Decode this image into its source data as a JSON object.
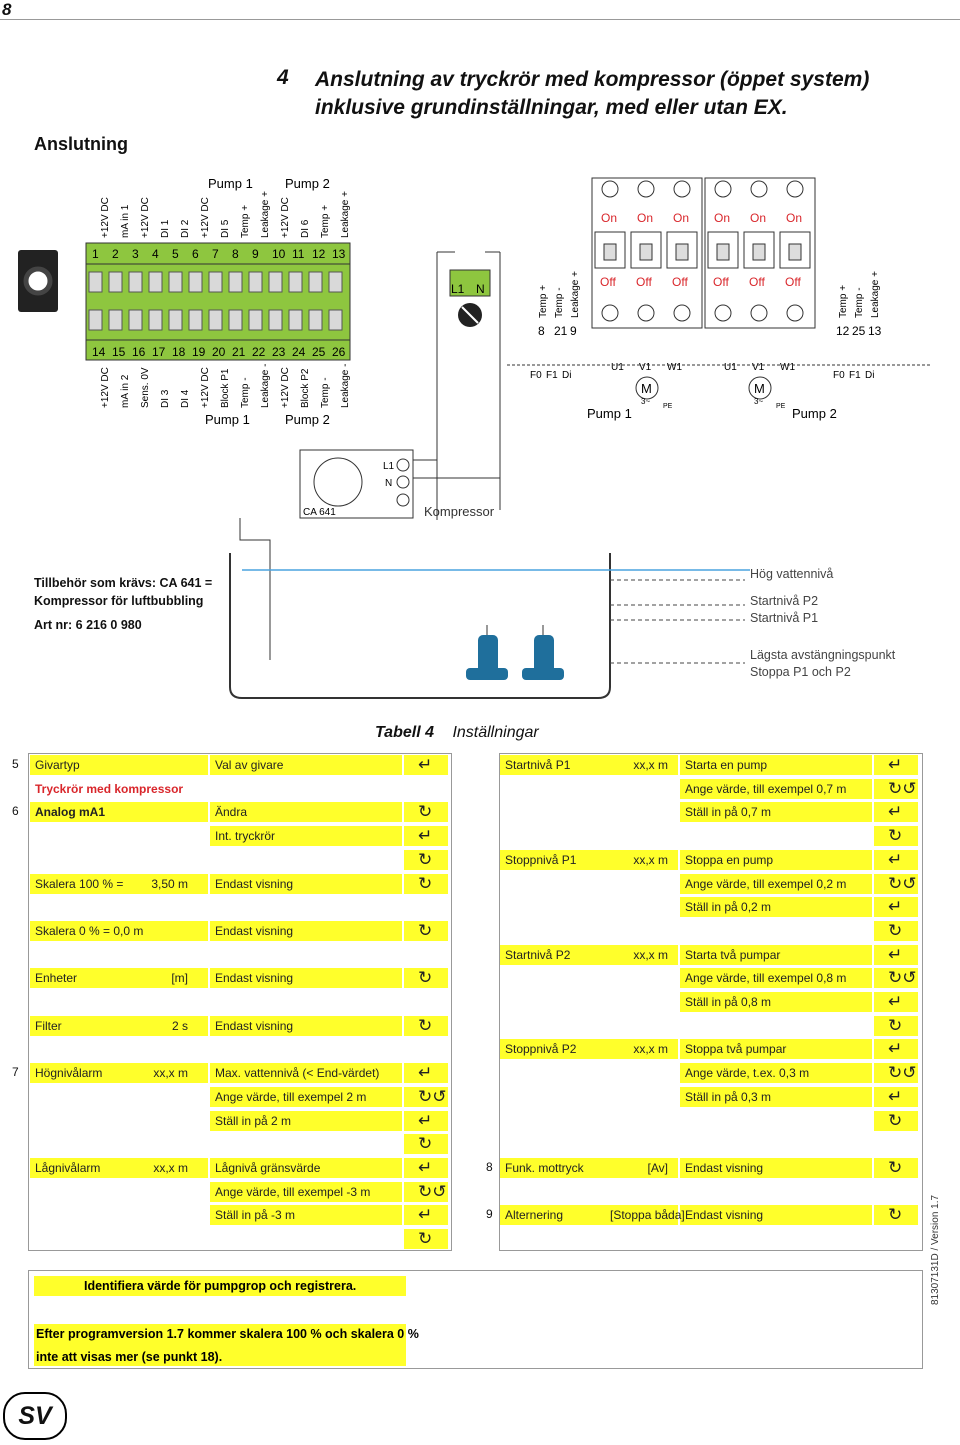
{
  "page_number": "8",
  "heading": {
    "number": "4",
    "text": "Anslutning av tryckrör med kompressor (öppet system) inklusive grundinställningar, med eller utan EX."
  },
  "section_title": "Anslutning",
  "terminal": {
    "top_pump_labels": [
      "Pump 1",
      "Pump 2"
    ],
    "top_labels": [
      "+12V DC",
      "mA in 1",
      "+12V DC",
      "DI 1",
      "DI 2",
      "+12V DC",
      "DI 5",
      "Temp +",
      "Leakage +",
      "+12V DC",
      "DI 6",
      "Temp +",
      "Leakage +"
    ],
    "top_numbers": [
      "1",
      "2",
      "3",
      "4",
      "5",
      "6",
      "7",
      "8",
      "9",
      "10",
      "11",
      "12",
      "13"
    ],
    "bottom_numbers": [
      "14",
      "15",
      "16",
      "17",
      "18",
      "19",
      "20",
      "21",
      "22",
      "23",
      "24",
      "25",
      "26"
    ],
    "bottom_labels": [
      "+12V DC",
      "mA in 2",
      "Sens. 0V",
      "DI 3",
      "DI 4",
      "+12V DC",
      "Block P1",
      "Temp -",
      "Leakage -",
      "+12V DC",
      "Block P2",
      "Temp -",
      "Leakage -"
    ],
    "bottom_pump_labels": [
      "Pump 1",
      "Pump 2"
    ]
  },
  "power": {
    "l1": "L1",
    "n": "N"
  },
  "contactors": {
    "on": [
      "On",
      "On",
      "On",
      "On",
      "On",
      "On"
    ],
    "off": [
      "Off",
      "Off",
      "Off",
      "Off",
      "Off",
      "Off"
    ],
    "left_terms": [
      "Temp +",
      "Temp -",
      "Leakage +"
    ],
    "left_nums": [
      "8",
      "21",
      "9"
    ],
    "right_terms": [
      "Temp +",
      "Temp -",
      "Leakage +"
    ],
    "right_nums": [
      "12",
      "25",
      "13"
    ],
    "motor_uvw": [
      "U1",
      "V1",
      "W1"
    ],
    "sensor_labels": [
      "F0",
      "F1",
      "Di"
    ],
    "motor_m": "M",
    "motor_3": "3~",
    "pe": "PE",
    "pump1": "Pump 1",
    "pump2": "Pump 2"
  },
  "compressor": {
    "model": "CA 641",
    "label": "Kompressor",
    "l1": "L1",
    "n": "N"
  },
  "accessory": {
    "line1": "Tillbehör som krävs: CA 641 =",
    "line2": "Kompressor för luftbubbling",
    "line3": "Art nr: 6 216 0 980"
  },
  "levels": [
    "Hög vattennivå",
    "Startnivå P2",
    "Startnivå P1",
    "Lägsta avstängningspunkt",
    "Stoppa P1 och P2"
  ],
  "table_caption": {
    "label": "Tabell 4",
    "title": "Inställningar"
  },
  "left_rows": [
    {
      "num": "5",
      "a": "Givartyp",
      "b": "",
      "c": "Val av givare",
      "icon": "↵",
      "bg": true,
      "bold": false
    },
    {
      "num": "",
      "a": "Tryckrör med kompressor",
      "b": "",
      "c": "",
      "icon": "",
      "bg": false,
      "bold": true,
      "red": true
    },
    {
      "num": "6",
      "a": "Analog mA1",
      "b": "",
      "c": "Ändra",
      "icon": "↻",
      "bg": true,
      "bold": true
    },
    {
      "num": "",
      "a": "",
      "b": "",
      "c": "Int. tryckrör",
      "icon": "↵",
      "bg": true,
      "bold": false,
      "cOnly": true
    },
    {
      "num": "",
      "a": "",
      "b": "",
      "c": "",
      "icon": "↻",
      "bg": false,
      "bold": false
    },
    {
      "num": "",
      "a": "Skalera 100 % =",
      "b": "3,50 m",
      "c": "Endast visning",
      "icon": "↻",
      "bg": true,
      "bold": false
    },
    {
      "num": "",
      "a": "",
      "b": "",
      "c": "",
      "icon": "",
      "bg": false
    },
    {
      "num": "",
      "a": "Skalera 0 % = 0,0 m",
      "b": "",
      "c": "Endast visning",
      "icon": "↻",
      "bg": true,
      "bold": false
    },
    {
      "num": "",
      "a": "",
      "b": "",
      "c": "",
      "icon": "",
      "bg": false
    },
    {
      "num": "",
      "a": "Enheter",
      "b": "[m]",
      "c": "Endast visning",
      "icon": "↻",
      "bg": true,
      "bold": false
    },
    {
      "num": "",
      "a": "",
      "b": "",
      "c": "",
      "icon": "",
      "bg": false
    },
    {
      "num": "",
      "a": "Filter",
      "b": "2 s",
      "c": "Endast visning",
      "icon": "↻",
      "bg": true,
      "bold": false
    },
    {
      "num": "",
      "a": "",
      "b": "",
      "c": "",
      "icon": "",
      "bg": false
    },
    {
      "num": "7",
      "a": "Högnivålarm",
      "b": "xx,x m",
      "c": "Max. vattennivå (< End-värdet)",
      "icon": "↵",
      "bg": true,
      "bold": false
    },
    {
      "num": "",
      "a": "",
      "b": "",
      "c": "Ange värde, till exempel 2 m",
      "icon": "↻↺",
      "bg": true,
      "cOnly": true
    },
    {
      "num": "",
      "a": "",
      "b": "",
      "c": "Ställ in på 2 m",
      "icon": "↵",
      "bg": true,
      "cOnly": true
    },
    {
      "num": "",
      "a": "",
      "b": "",
      "c": "",
      "icon": "↻",
      "bg": false
    },
    {
      "num": "",
      "a": "Lågnivålarm",
      "b": "xx,x m",
      "c": "Lågnivå gränsvärde",
      "icon": "↵",
      "bg": true,
      "bold": false
    },
    {
      "num": "",
      "a": "",
      "b": "",
      "c": "Ange värde, till exempel -3 m",
      "icon": "↻↺",
      "bg": true,
      "cOnly": true
    },
    {
      "num": "",
      "a": "",
      "b": "",
      "c": "Ställ in på -3 m",
      "icon": "↵",
      "bg": true,
      "cOnly": true
    },
    {
      "num": "",
      "a": "",
      "b": "",
      "c": "",
      "icon": "↻",
      "bg": false
    }
  ],
  "right_rows": [
    {
      "num": "",
      "a": "Startnivå P1",
      "b": "xx,x m",
      "c": "Starta en pump",
      "icon": "↵",
      "bg": true
    },
    {
      "num": "",
      "a": "",
      "b": "",
      "c": "Ange värde, till exempel 0,7 m",
      "icon": "↻↺",
      "bg": true,
      "cOnly": true
    },
    {
      "num": "",
      "a": "",
      "b": "",
      "c": "Ställ in på 0,7 m",
      "icon": "↵",
      "bg": true,
      "cOnly": true
    },
    {
      "num": "",
      "a": "",
      "b": "",
      "c": "",
      "icon": "↻",
      "bg": false
    },
    {
      "num": "",
      "a": "Stoppnivå P1",
      "b": "xx,x m",
      "c": "Stoppa en pump",
      "icon": "↵",
      "bg": true
    },
    {
      "num": "",
      "a": "",
      "b": "",
      "c": "Ange värde, till exempel 0,2 m",
      "icon": "↻↺",
      "bg": true,
      "cOnly": true
    },
    {
      "num": "",
      "a": "",
      "b": "",
      "c": "Ställ in på 0,2 m",
      "icon": "↵",
      "bg": true,
      "cOnly": true
    },
    {
      "num": "",
      "a": "",
      "b": "",
      "c": "",
      "icon": "↻",
      "bg": false
    },
    {
      "num": "",
      "a": "Startnivå P2",
      "b": "xx,x m",
      "c": "Starta två pumpar",
      "icon": "↵",
      "bg": true
    },
    {
      "num": "",
      "a": "",
      "b": "",
      "c": "Ange värde, till exempel 0,8 m",
      "icon": "↻↺",
      "bg": true,
      "cOnly": true
    },
    {
      "num": "",
      "a": "",
      "b": "",
      "c": "Ställ in på 0,8 m",
      "icon": "↵",
      "bg": true,
      "cOnly": true
    },
    {
      "num": "",
      "a": "",
      "b": "",
      "c": "",
      "icon": "↻",
      "bg": false
    },
    {
      "num": "",
      "a": "Stoppnivå P2",
      "b": "xx,x m",
      "c": "Stoppa två pumpar",
      "icon": "↵",
      "bg": true
    },
    {
      "num": "",
      "a": "",
      "b": "",
      "c": "Ange värde, t.ex. 0,3 m",
      "icon": "↻↺",
      "bg": true,
      "cOnly": true
    },
    {
      "num": "",
      "a": "",
      "b": "",
      "c": "Ställ in på 0,3 m",
      "icon": "↵",
      "bg": true,
      "cOnly": true
    },
    {
      "num": "",
      "a": "",
      "b": "",
      "c": "",
      "icon": "↻",
      "bg": false
    },
    {
      "num": "",
      "a": "",
      "b": "",
      "c": "",
      "icon": "",
      "bg": false
    },
    {
      "num": "8",
      "a": "Funk. mottryck",
      "b": "[Av]",
      "c": "Endast visning",
      "icon": "↻",
      "bg": true
    },
    {
      "num": "",
      "a": "",
      "b": "",
      "c": "",
      "icon": "",
      "bg": false
    },
    {
      "num": "9",
      "a": "Alternering",
      "b": "[Stoppa båda]",
      "c": "Endast visning",
      "icon": "↻",
      "bg": true
    },
    {
      "num": "",
      "a": "",
      "b": "",
      "c": "",
      "icon": "",
      "bg": false
    }
  ],
  "notes": {
    "identify": "Identifiera värde för pumpgrop och registrera.",
    "after1": "Efter programversion 1.7 kommer skalera 100 % och skalera 0 %",
    "after2": "inte att visas mer (se punkt 18)."
  },
  "language_badge": "SV",
  "version": "81307131D / Version 1.7",
  "colors": {
    "highlight": "#ffff2b",
    "terminal_green": "#8ec63f",
    "red": "#d9262b"
  }
}
